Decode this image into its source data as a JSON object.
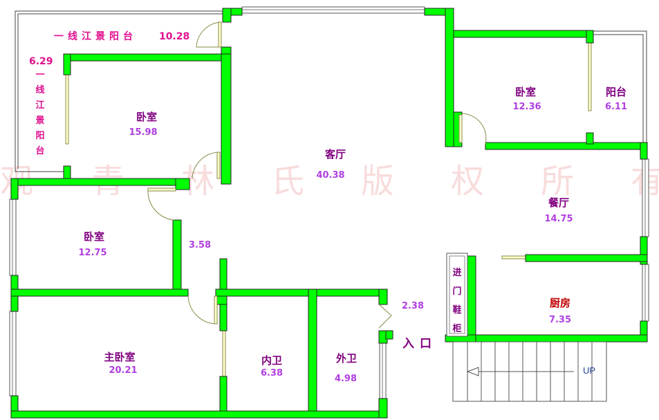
{
  "rooms": {
    "living": {
      "name": "客厅",
      "area": "40.38"
    },
    "bedroom_nw": {
      "name": "卧室",
      "area": "15.98"
    },
    "bedroom_ne": {
      "name": "卧室",
      "area": "12.36"
    },
    "balcony_ne": {
      "name": "阳台",
      "area": "6.11"
    },
    "dining": {
      "name": "餐厅",
      "area": "14.75"
    },
    "bedroom_w": {
      "name": "卧室",
      "area": "12.75"
    },
    "corridor": {
      "area": "3.58"
    },
    "master": {
      "name": "主卧室",
      "area": "20.21"
    },
    "inner_bath": {
      "name": "内卫",
      "area": "6.38"
    },
    "outer_bath": {
      "name": "外卫",
      "area": "4.98"
    },
    "kitchen": {
      "name": "厨房",
      "area": "7.35"
    },
    "entry_hall": {
      "area": "2.38"
    }
  },
  "balcony_top": {
    "label": "一线江景阳台",
    "area": "10.28"
  },
  "balcony_left": {
    "label": [
      "一",
      "线",
      "江",
      "景",
      "阳",
      "台"
    ],
    "area": "6.29"
  },
  "entrance_label": "入口",
  "shoe_cabinet": [
    "进",
    "门",
    "鞋",
    "柜"
  ],
  "stairs_label": "UP",
  "watermark": [
    "观",
    "青",
    "林",
    "氏",
    "版",
    "权",
    "所",
    "有"
  ],
  "colors": {
    "wall": "#00ff00",
    "room_text": "#800080",
    "area_text": "#b040e0",
    "balcony_text": "#e01090",
    "kitchen_text": "#c00000"
  }
}
